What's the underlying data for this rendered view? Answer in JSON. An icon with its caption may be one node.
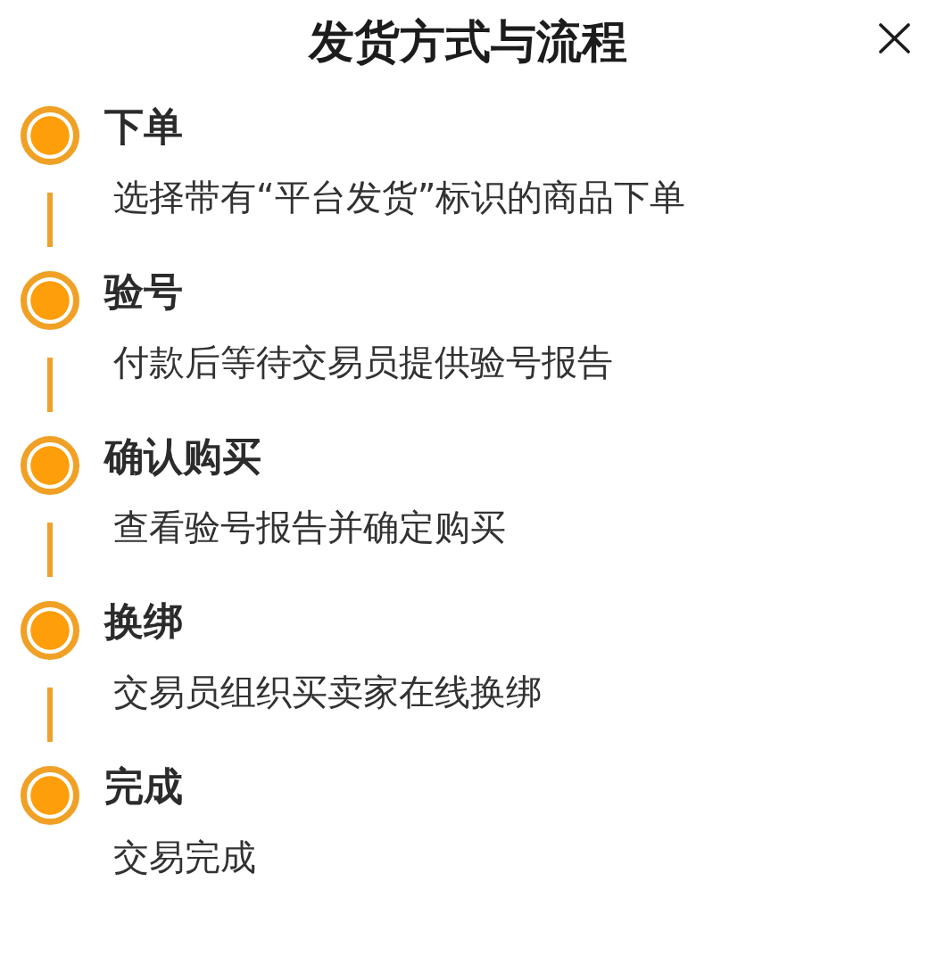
{
  "diagram": {
    "title": "发货方式与流程",
    "nodes": [
      {
        "text": [],
        "shape": "circle",
        "beside": [
          "下单",
          "选择带有“平台发货”标识的商品下单"
        ]
      },
      {
        "text": [],
        "shape": "circle",
        "beside": [
          "验号",
          "付款后等待交易员提供验号报告"
        ]
      },
      {
        "text": [],
        "shape": "circle",
        "beside": [
          "确认购买",
          "查看验号报告并确定购买"
        ]
      },
      {
        "text": [],
        "shape": "circle",
        "beside": [
          "换绑",
          "交易员组织买卖家在线换绑"
        ]
      },
      {
        "text": [],
        "shape": "circle",
        "beside": [
          "完成",
          "交易完成"
        ]
      }
    ],
    "edges": [
      {
        "from": 0,
        "to": 1,
        "arrow": "none"
      },
      {
        "from": 1,
        "to": 2,
        "arrow": "none"
      },
      {
        "from": 2,
        "to": 3,
        "arrow": "none"
      },
      {
        "from": 3,
        "to": 4,
        "arrow": "none"
      }
    ]
  }
}
